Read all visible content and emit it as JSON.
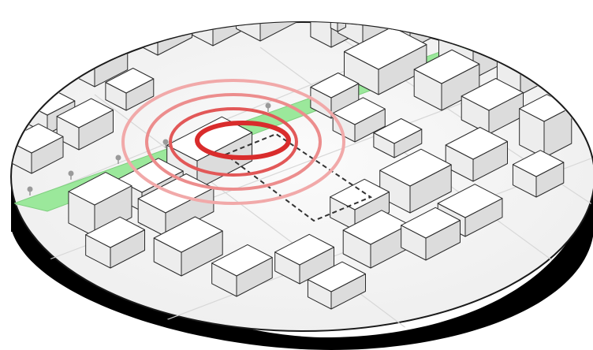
{
  "diagram": {
    "kind": "isometric-urban-site-model",
    "colors": {
      "background": "#ffffff",
      "plinth": "#000000",
      "ground": "#f6f6f6",
      "building_top": "#ffffff",
      "building_left": "#ededed",
      "building_right": "#dcdcdc",
      "building_edge": "#2b2b2b",
      "park_strip": "#9be89b",
      "tree": "#9a9a9a",
      "site_boundary": "#333333",
      "ring_core": "#e03a3a",
      "ring_mid": "#ea6b6b",
      "ring_outer": "#f1a9a9"
    },
    "site_boundary_style": "dashed",
    "radius_rings": {
      "count": 4,
      "style": "concentric-ellipses",
      "center_feature": "park-strip"
    }
  }
}
